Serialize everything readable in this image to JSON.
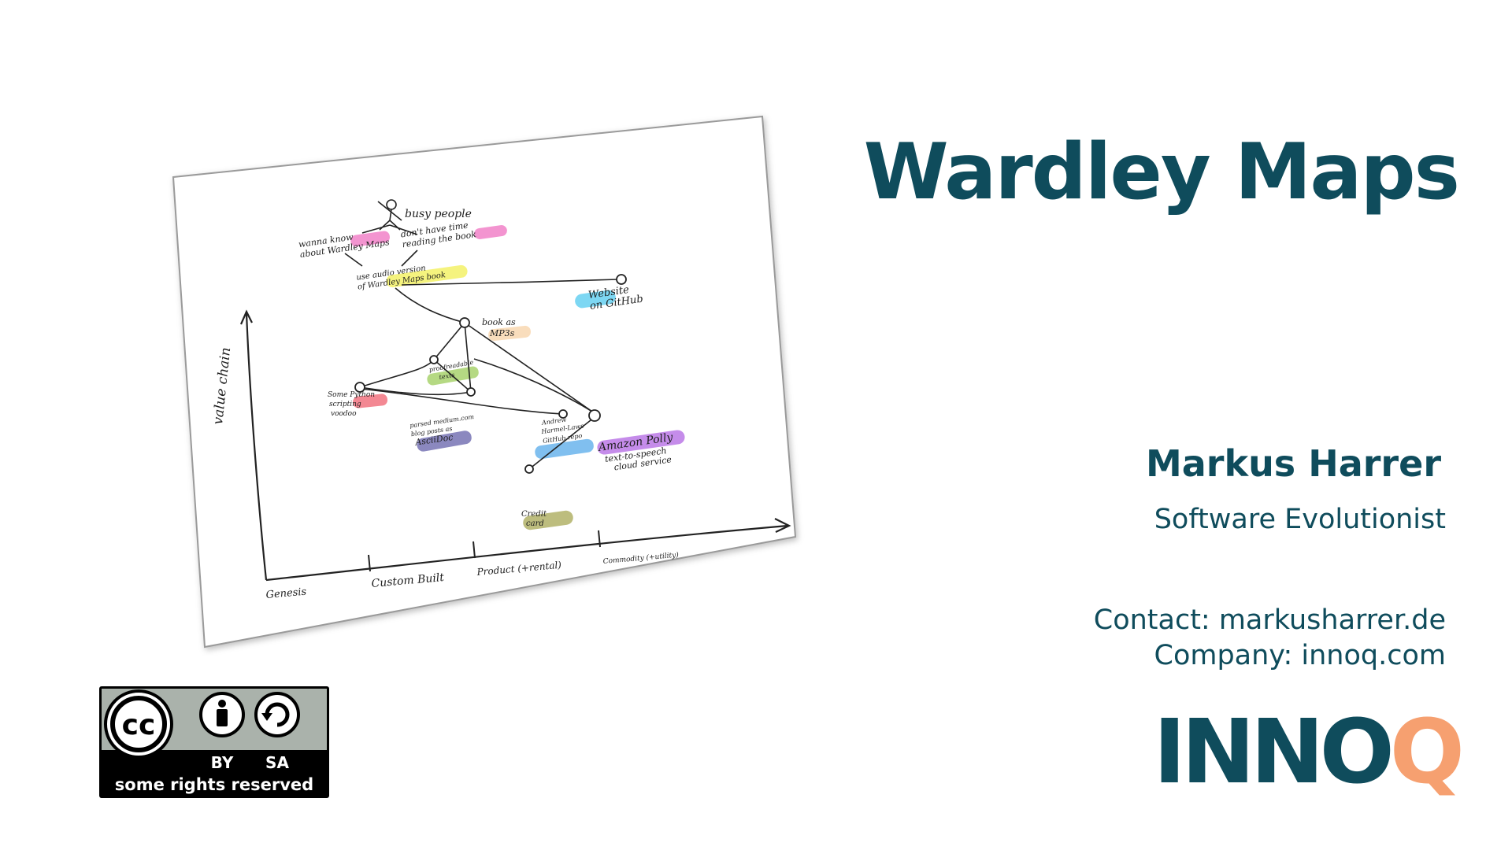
{
  "slide": {
    "title": "Wardley Maps",
    "speaker": "Markus Harrer",
    "role": "Software Evolutionist",
    "contact": "Contact: markusharrer.de",
    "company": "Company: innoq.com"
  },
  "logo": {
    "text_main": "INNO",
    "text_accent": "Q",
    "color_main": "#0f4c5c",
    "color_accent": "#f6a070"
  },
  "license": {
    "cc_label": "cc",
    "by_label": "BY",
    "sa_label": "SA",
    "caption": "some rights reserved"
  },
  "sketch": {
    "y_axis": "value chain",
    "stages": [
      "Genesis",
      "Custom Built",
      "Product (+rental)",
      "Commodity (+utility)"
    ],
    "nodes": {
      "user": "busy people",
      "need1": "wanna know about Wardley Maps",
      "need2": "don't have time reading the book",
      "audio": "use audio version of Wardley Maps book",
      "website": "Website on GitHub",
      "mp3": "book as MP3s",
      "texts": "proofreadable texts",
      "python": "Some Python scripting voodoo",
      "asciidoc": "parsed medium.com blog posts as AsciiDoc",
      "repo": "Andrew Harmel-Laws GitHub repo",
      "polly": "Amazon Polly text-to-speech cloud service",
      "card": "Credit card"
    }
  }
}
